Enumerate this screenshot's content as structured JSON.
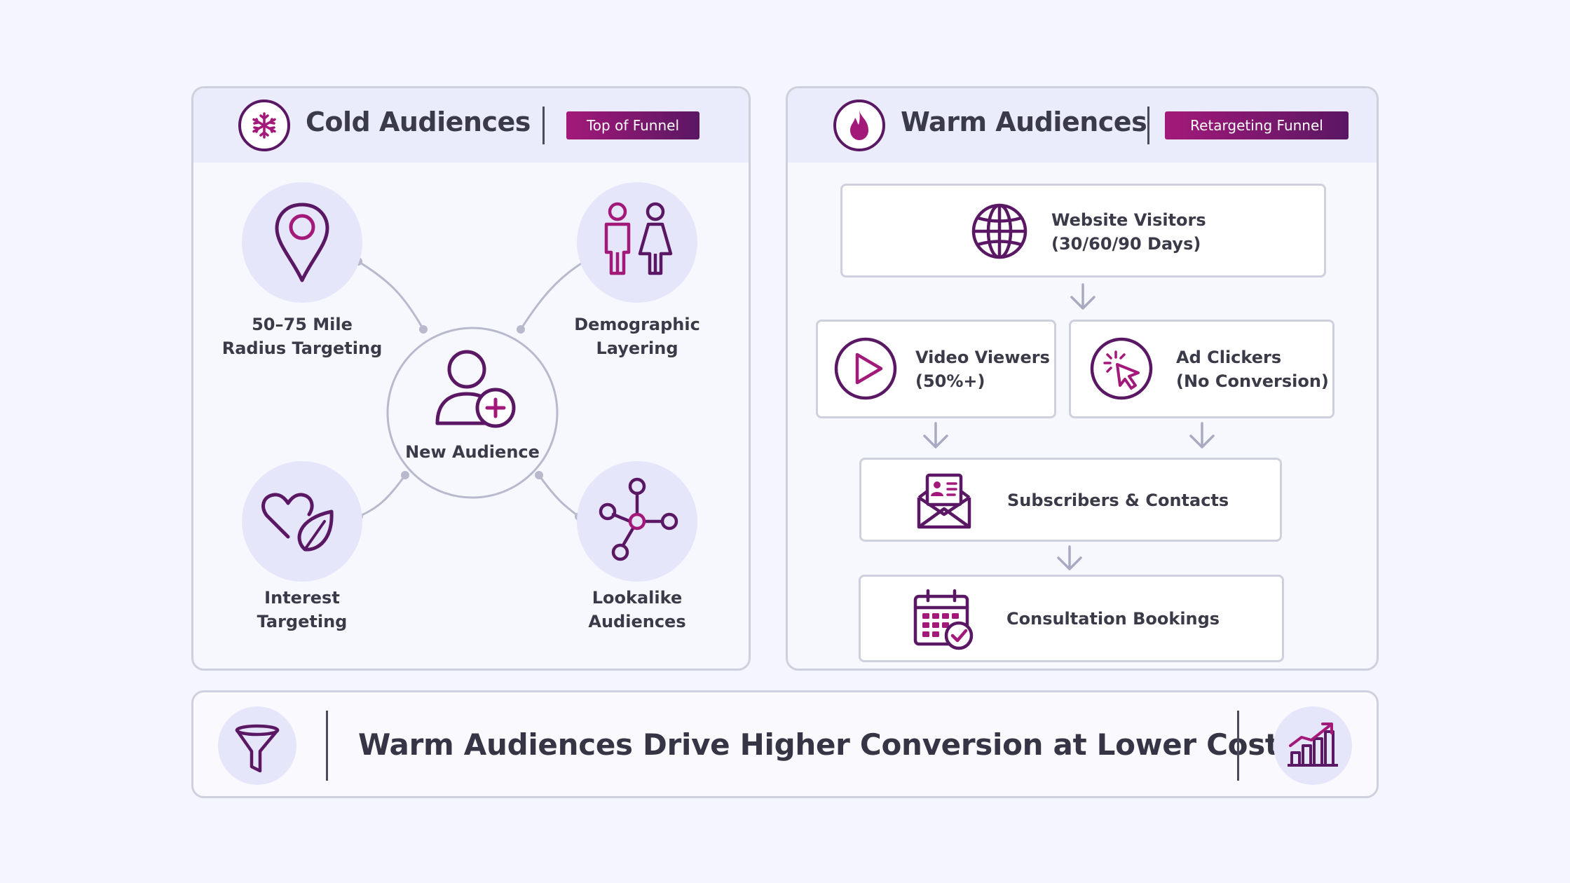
{
  "cold": {
    "title": "Cold Audiences",
    "badge": "Top of Funnel",
    "center_label": "New Audience",
    "nodes": [
      {
        "line1": "50–75 Mile",
        "line2": "Radius Targeting",
        "icon": "map-pin-icon"
      },
      {
        "line1": "Demographic",
        "line2": "Layering",
        "icon": "man-woman-icon"
      },
      {
        "line1": "Interest",
        "line2": "Targeting",
        "icon": "heart-leaf-icon"
      },
      {
        "line1": "Lookalike",
        "line2": "Audiences",
        "icon": "network-nodes-icon"
      }
    ]
  },
  "warm": {
    "title": "Warm Audiences",
    "badge": "Retargeting Funnel",
    "steps": [
      {
        "line1": "Website Visitors",
        "line2": "(30/60/90 Days)",
        "icon": "globe-icon"
      },
      {
        "line1": "Video Viewers",
        "line2": "(50%+)",
        "icon": "play-icon"
      },
      {
        "line1": "Ad Clickers",
        "line2": "(No Conversion)",
        "icon": "cursor-click-icon"
      },
      {
        "line1": "Subscribers & Contacts",
        "icon": "envelope-contact-icon"
      },
      {
        "line1": "Consultation Bookings",
        "icon": "calendar-check-icon"
      }
    ]
  },
  "banner": {
    "text": "Warm Audiences Drive Higher Conversion at Lower Cost",
    "left_icon": "funnel-icon",
    "right_icon": "growth-chart-icon"
  },
  "colors": {
    "accent_dark": "#5a1763",
    "accent_magenta": "#a3197a",
    "icon_circle": "#e6e6fb",
    "border": "#cfd0de",
    "connector": "#b8b9cc"
  }
}
